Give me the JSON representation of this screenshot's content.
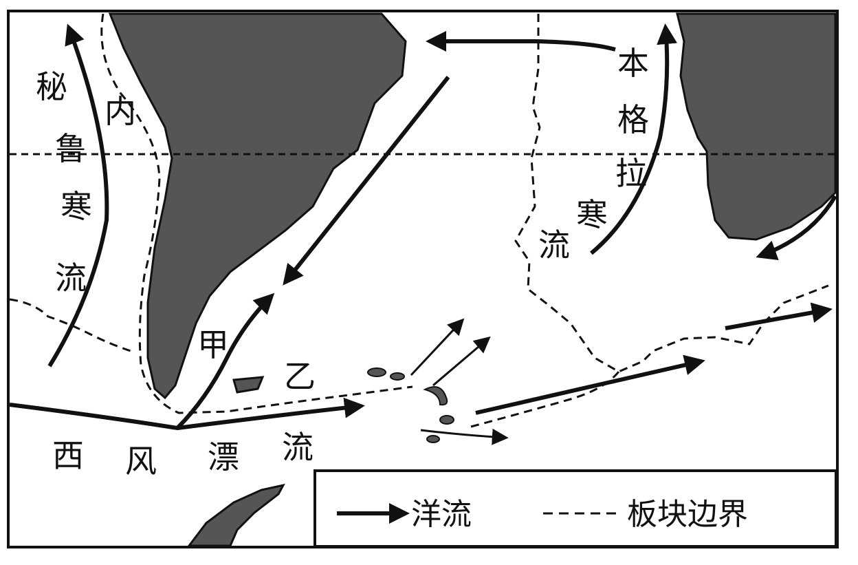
{
  "map": {
    "labels": {
      "peru_1": "秘",
      "peru_2": "鲁",
      "peru_3": "寒",
      "peru_4": "流",
      "nei": "内",
      "benguela_1": "本",
      "benguela_2": "格",
      "benguela_3": "拉",
      "benguela_4": "寒",
      "benguela_5": "流",
      "jia": "甲",
      "yi": "乙",
      "west_wind_1": "西",
      "west_wind_2": "风",
      "west_wind_3": "漂",
      "west_wind_4": "流"
    },
    "legend": {
      "current_label": "洋流",
      "boundary_label": "板块边界"
    },
    "colors": {
      "land": "#555555",
      "ink": "#111111",
      "background": "#ffffff"
    }
  }
}
